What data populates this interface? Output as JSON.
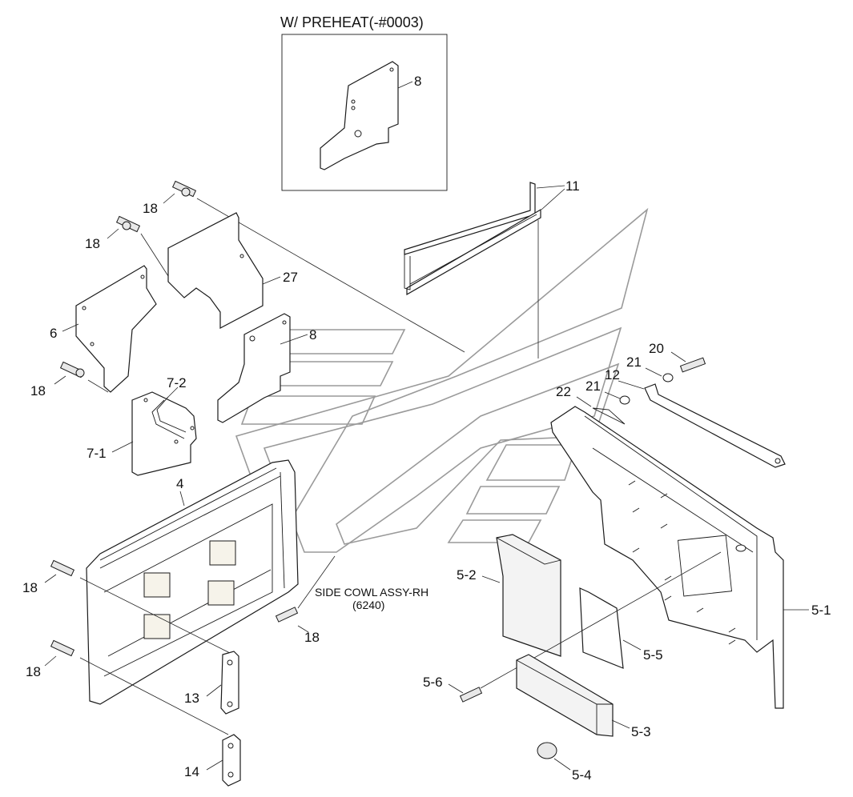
{
  "inset": {
    "title": "W/ PREHEAT(-#0003)",
    "part_label": "8"
  },
  "assembly": {
    "name": "SIDE COWL ASSY-RH",
    "code": "(6240)"
  },
  "callouts": {
    "c11": "11",
    "c18a": "18",
    "c18b": "18",
    "c27": "27",
    "c6": "6",
    "c8": "8",
    "c18c": "18",
    "c72": "7-2",
    "c71": "7-1",
    "c20": "20",
    "c21a": "21",
    "c12": "12",
    "c22": "22",
    "c21b": "21",
    "c4": "4",
    "c18d": "18",
    "c18e": "18",
    "c18f": "18",
    "c13": "13",
    "c14": "14",
    "c52": "5-2",
    "c55": "5-5",
    "c51": "5-1",
    "c56": "5-6",
    "c53": "5-3",
    "c54": "5-4"
  },
  "colors": {
    "line": "#1a1a1a",
    "ghost": "#9a9a9a"
  }
}
